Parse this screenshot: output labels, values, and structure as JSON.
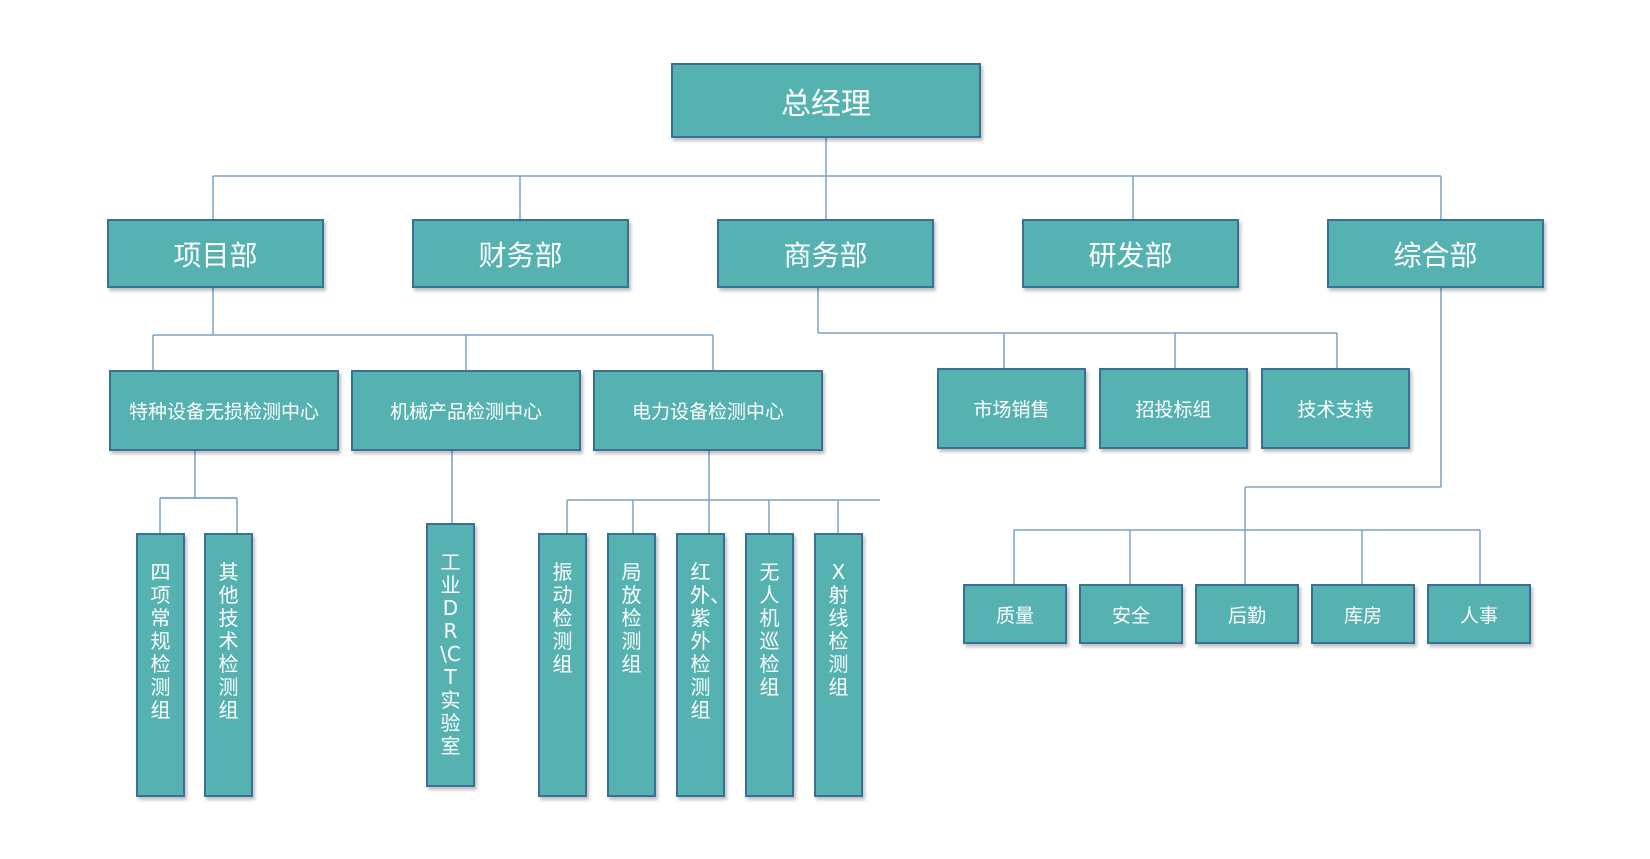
{
  "colors": {
    "box_fill": "#55b2b1",
    "box_border": "#3a6f97",
    "line": "#7aa2c6",
    "text": "#ffffff"
  },
  "org": {
    "root": "总经理",
    "departments": [
      "项目部",
      "财务部",
      "商务部",
      "研发部",
      "综合部"
    ],
    "project_centers": [
      "特种设备无损检测中心",
      "机械产品检测中心",
      "电力设备检测中心"
    ],
    "special_equipment_groups": [
      "四项常规检测组",
      "其他技术检测组"
    ],
    "mechanical_groups": [
      "工业DR\\CT实验室"
    ],
    "power_groups": [
      "振动检测组",
      "局放检测组",
      "红外、紫外检测组",
      "无人机巡检组",
      "X射线检测组"
    ],
    "business_units": [
      "市场销售",
      "招投标组",
      "技术支持"
    ],
    "general_units": [
      "质量",
      "安全",
      "后勤",
      "库房",
      "人事"
    ]
  }
}
